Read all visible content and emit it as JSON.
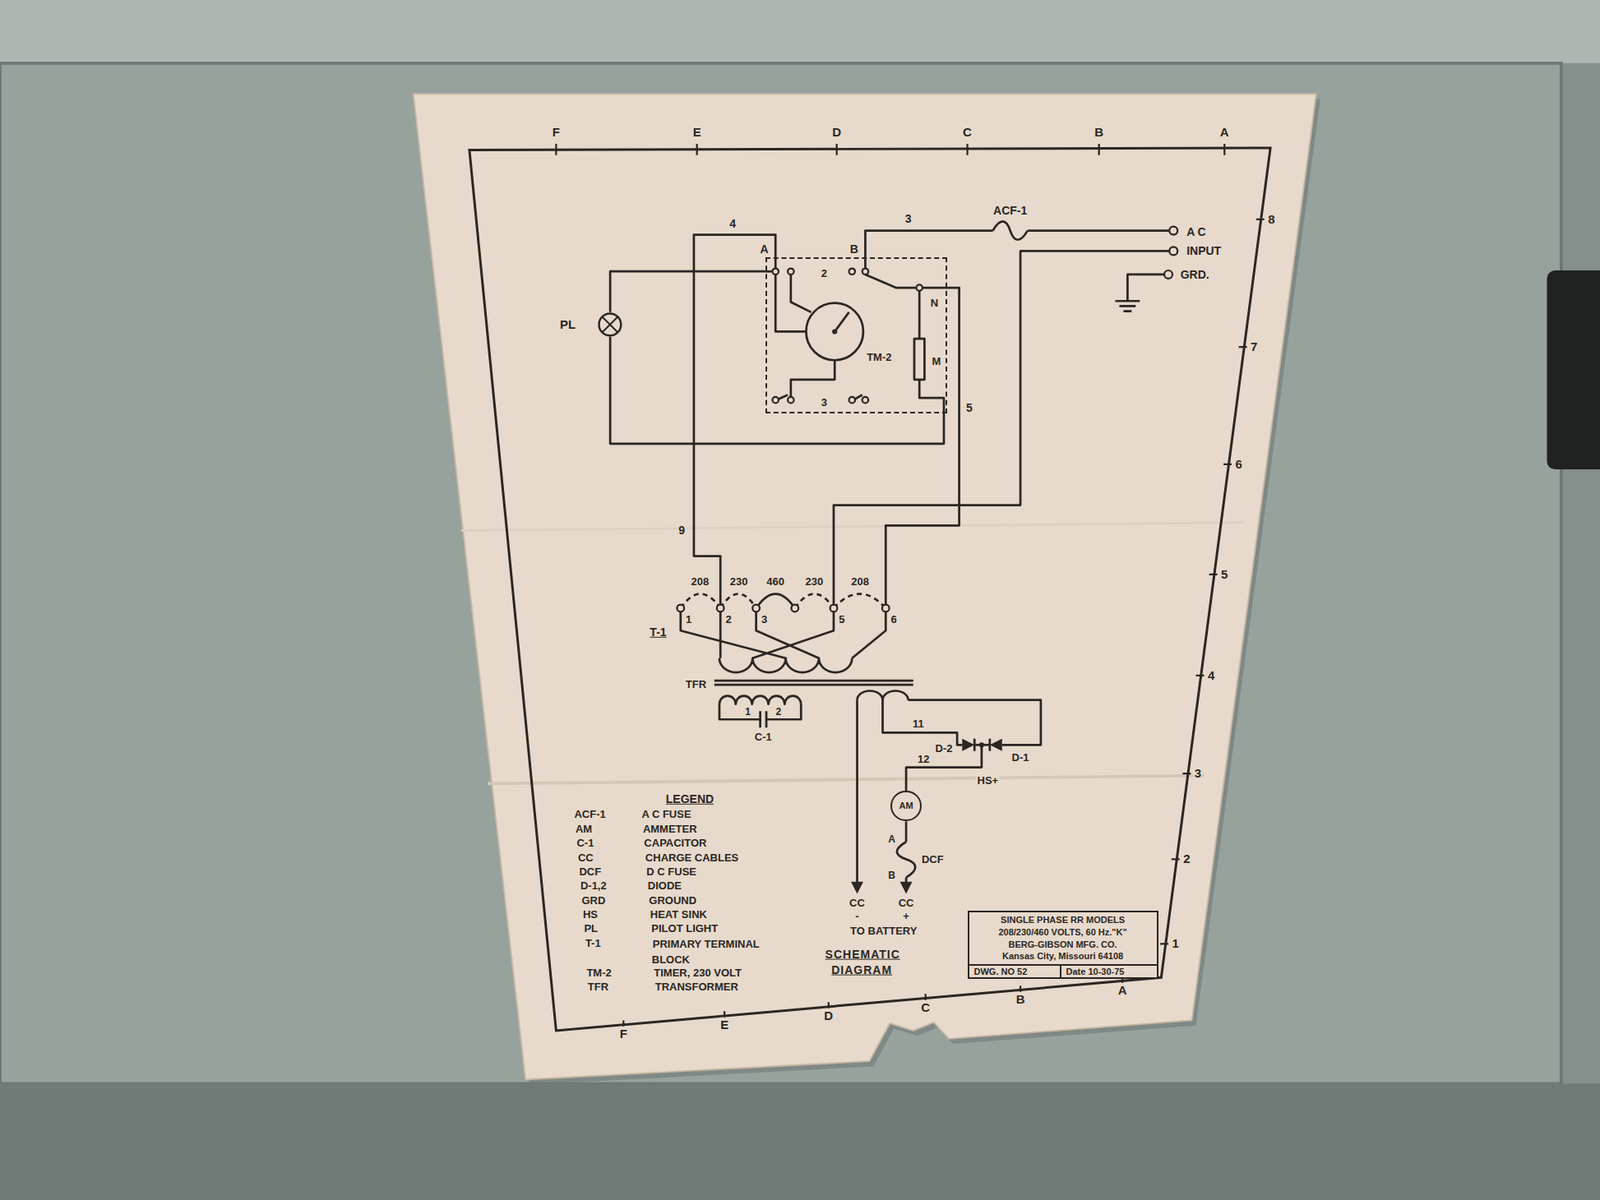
{
  "diagram": {
    "title": "SCHEMATIC DIAGRAM",
    "nodes": [
      {
        "text": [
          "PL"
        ]
      },
      {
        "text": [
          "2",
          "TM-2",
          "N",
          "M",
          "3"
        ]
      },
      {
        "text": [
          "AM"
        ]
      },
      {
        "text": [
          "SINGLE PHASE RR MODELS",
          "208/230/460 VOLTS, 60 Hz.\"K\"",
          "BERG-GIBSON MFG. CO.",
          "Kansas City, Missouri 64108",
          "DWG. NO 52",
          "Date 10-30-75"
        ]
      }
    ],
    "edges": [
      {
        "from": 0,
        "to": 1,
        "arrow": "none"
      },
      {
        "from": 0,
        "to": 1,
        "arrow": "none"
      }
    ],
    "labels": [
      "F",
      "E",
      "D",
      "C",
      "B",
      "A",
      "8",
      "7",
      "6",
      "5",
      "4",
      "3",
      "2",
      "1",
      "F",
      "E",
      "D",
      "C",
      "B",
      "A",
      "4",
      "3",
      "ACF-1",
      "A C",
      "INPUT",
      "GRD.",
      "A",
      "B",
      "5",
      "9",
      "208",
      "230",
      "460",
      "230",
      "208",
      "1",
      "2",
      "3",
      "5",
      "6",
      "T-1",
      "TFR",
      "1",
      "2",
      "C-1",
      "11",
      "D-2",
      "D-1",
      "HS+",
      "12",
      "A",
      "DCF",
      "B",
      "CC",
      "-",
      "CC",
      "+",
      "TO BATTERY",
      "LEGEND",
      "ACF-1",
      "A C FUSE",
      "AM",
      "AMMETER",
      "C-1",
      "CAPACITOR",
      "CC",
      "CHARGE CABLES",
      "DCF",
      "D C FUSE",
      "D-1,2",
      "DIODE",
      "GRD",
      "GROUND",
      "HS",
      "HEAT SINK",
      "PL",
      "PILOT LIGHT",
      "T-1",
      "PRIMARY TERMINAL BLOCK",
      "TM-2",
      "TIMER, 230 VOLT",
      "TFR",
      "TRANSFORMER"
    ]
  }
}
